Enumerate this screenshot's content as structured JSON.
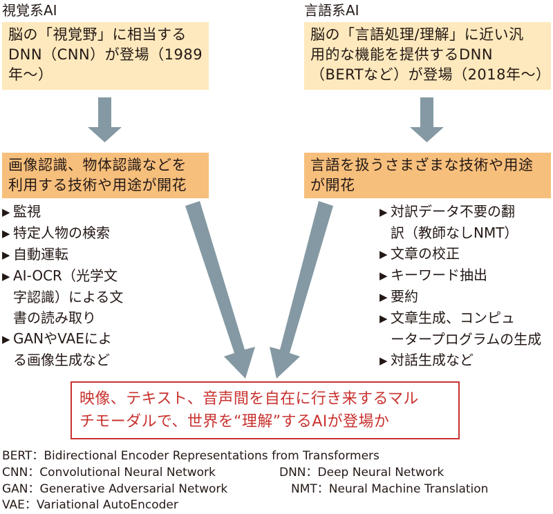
{
  "left": {
    "heading": "視覚系AI",
    "box1": [
      "脳の「視覚野」に相当する",
      "DNN（CNN）が登場（1989",
      "年〜）"
    ],
    "box2": [
      "画像認識、物体認識などを",
      "利用する技術や用途が開花"
    ],
    "items": [
      {
        "lines": [
          "監視"
        ]
      },
      {
        "lines": [
          "特定人物の検索"
        ]
      },
      {
        "lines": [
          "自動運転"
        ]
      },
      {
        "lines": [
          "AI-OCR（光学文",
          "字認識）による文",
          "書の読み取り"
        ]
      },
      {
        "lines": [
          "GANやVAEによ",
          "る画像生成など"
        ]
      }
    ]
  },
  "right": {
    "heading": "言語系AI",
    "box1": [
      "脳の「言語処理/理解」に近い汎",
      "用的な機能を提供するDNN",
      "（BERTなど）が登場（2018年〜）"
    ],
    "box2": [
      "言語を扱うさまざまな技術や用途",
      "が開花"
    ],
    "items": [
      {
        "lines": [
          "対訳データ不要の翻",
          "訳（教師なしNMT）"
        ]
      },
      {
        "lines": [
          "文章の校正"
        ]
      },
      {
        "lines": [
          "キーワード抽出"
        ]
      },
      {
        "lines": [
          "要約"
        ]
      },
      {
        "lines": [
          "文章生成、コンピュ",
          "ータープログラムの生成"
        ]
      },
      {
        "lines": [
          "対話生成など"
        ]
      }
    ]
  },
  "result": [
    "映像、テキスト、音声間を自在に行き来するマル",
    "チモーダルで、世界を“理解”するAIが登場か"
  ],
  "footnotes": {
    "bert": "BERT：Bidirectional Encoder Representations from Transformers",
    "cnn": "CNN：Convolutional Neural Network",
    "dnn": "DNN：Deep Neural Network",
    "gan": "GAN：Generative Adversarial Network",
    "nmt": "NMT：Neural Machine Translation",
    "vae": "VAE：Variational AutoEncoder"
  },
  "colors": {
    "box_light": "#fde9bd",
    "box_dark": "#f7bf7c",
    "arrow": "#8499a3",
    "result_red": "#c8322f"
  }
}
